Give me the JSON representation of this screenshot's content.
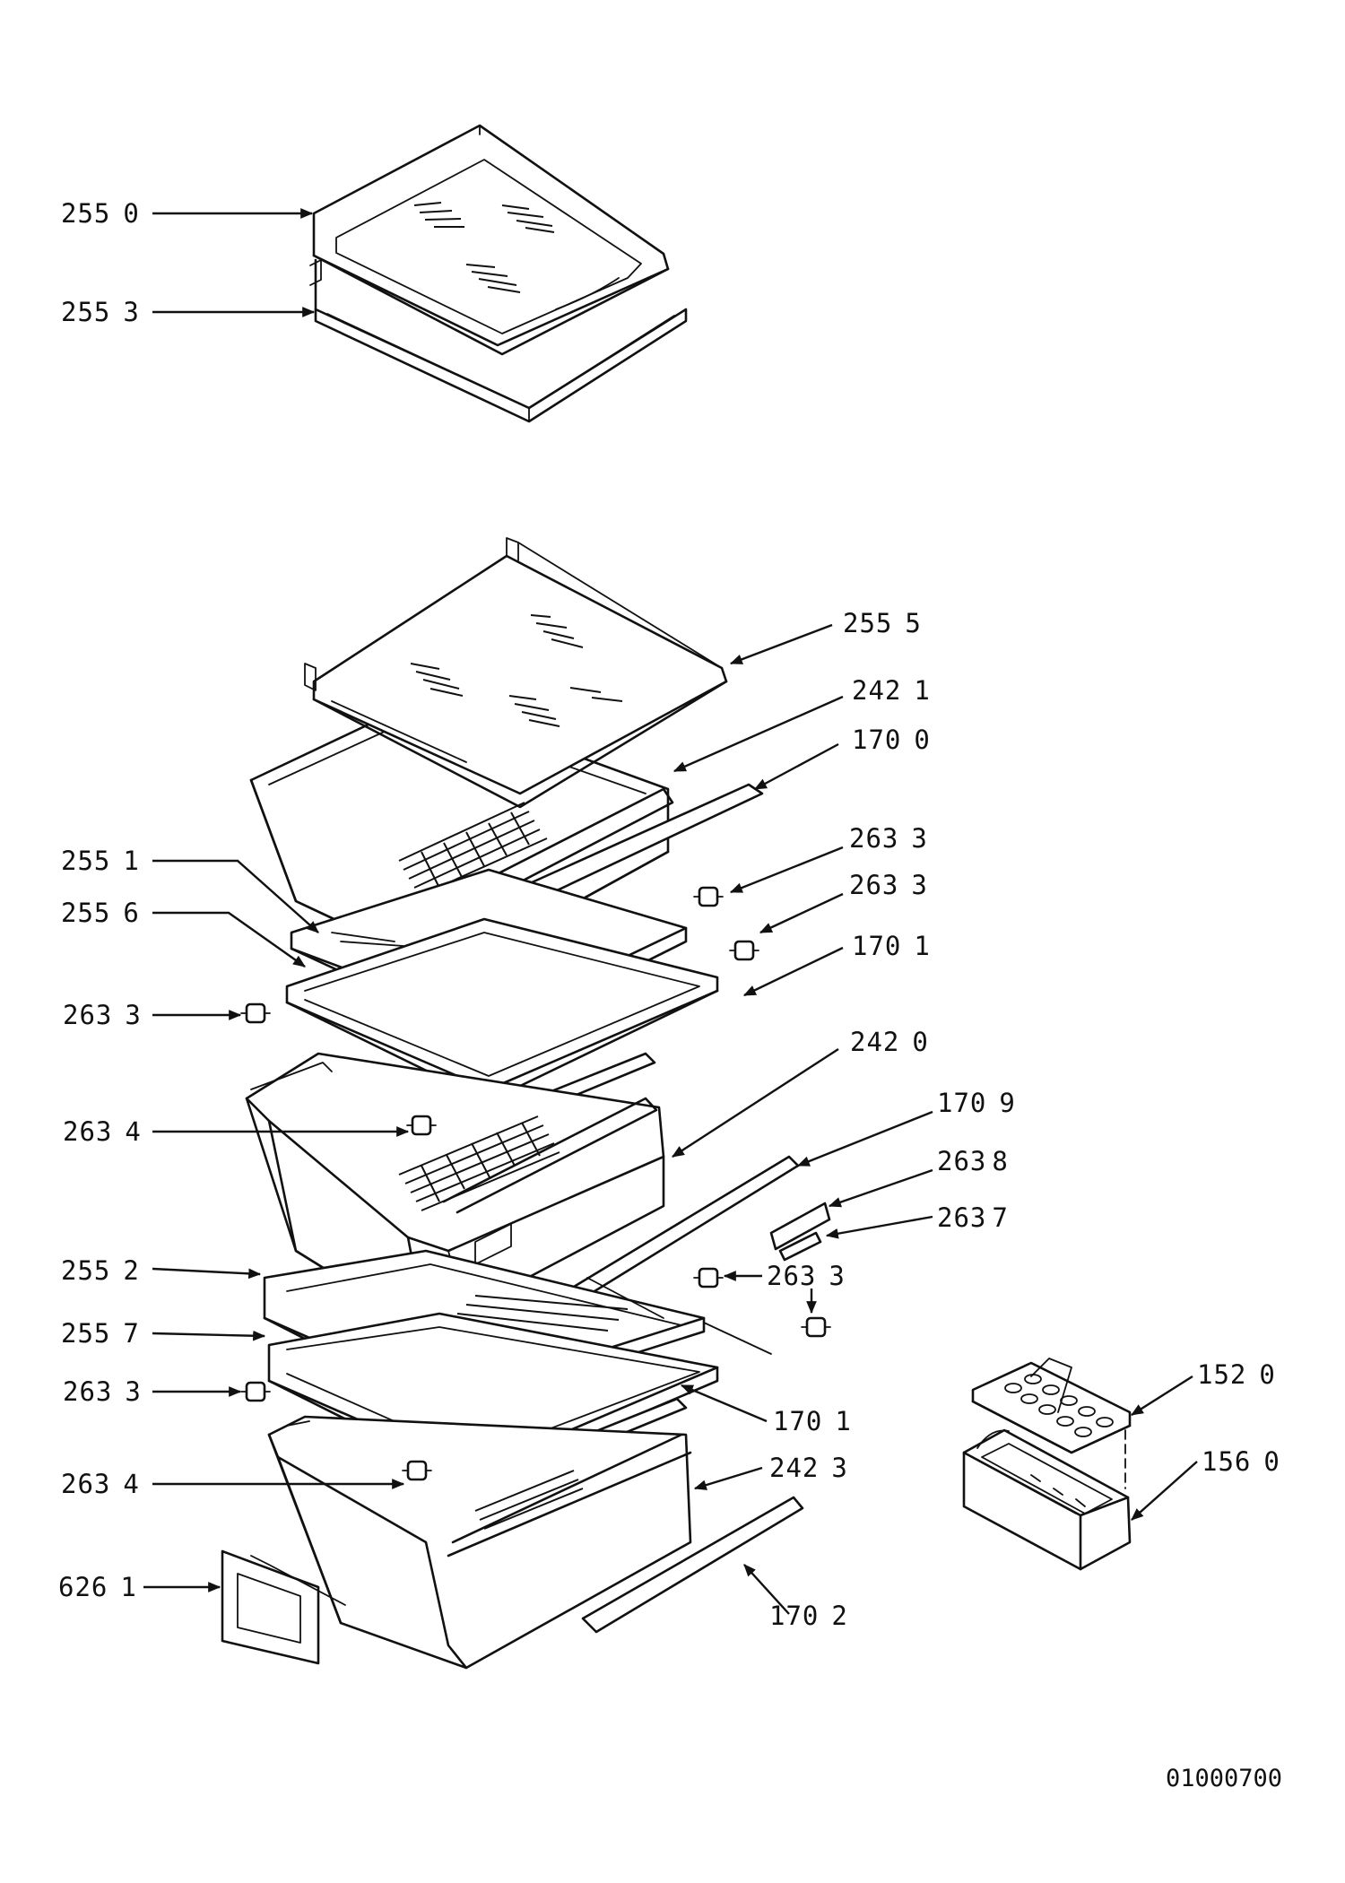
{
  "diagram_code": "01000700",
  "callouts": [
    {
      "id": "c1",
      "part": "255",
      "variant": "0"
    },
    {
      "id": "c2",
      "part": "255",
      "variant": "3"
    },
    {
      "id": "c3",
      "part": "255",
      "variant": "5"
    },
    {
      "id": "c4",
      "part": "242",
      "variant": "1"
    },
    {
      "id": "c5",
      "part": "170",
      "variant": "0"
    },
    {
      "id": "c6",
      "part": "263",
      "variant": "3"
    },
    {
      "id": "c7",
      "part": "263",
      "variant": "3"
    },
    {
      "id": "c8",
      "part": "255",
      "variant": "1"
    },
    {
      "id": "c9",
      "part": "255",
      "variant": "6"
    },
    {
      "id": "c10",
      "part": "170",
      "variant": "1"
    },
    {
      "id": "c11",
      "part": "263",
      "variant": "3"
    },
    {
      "id": "c12",
      "part": "242",
      "variant": "0"
    },
    {
      "id": "c13",
      "part": "263",
      "variant": "4"
    },
    {
      "id": "c14",
      "part": "170",
      "variant": "9"
    },
    {
      "id": "c15",
      "part": "263",
      "variant": "8"
    },
    {
      "id": "c16",
      "part": "263",
      "variant": "7"
    },
    {
      "id": "c17",
      "part": "255",
      "variant": "2"
    },
    {
      "id": "c18",
      "part": "263",
      "variant": "3"
    },
    {
      "id": "c19",
      "part": "255",
      "variant": "7"
    },
    {
      "id": "c20",
      "part": "152",
      "variant": "0"
    },
    {
      "id": "c21",
      "part": "263",
      "variant": "3"
    },
    {
      "id": "c22",
      "part": "170",
      "variant": "1"
    },
    {
      "id": "c23",
      "part": "156",
      "variant": "0"
    },
    {
      "id": "c24",
      "part": "263",
      "variant": "4"
    },
    {
      "id": "c25",
      "part": "242",
      "variant": "3"
    },
    {
      "id": "c26",
      "part": "626",
      "variant": "1"
    },
    {
      "id": "c27",
      "part": "170",
      "variant": "2"
    }
  ]
}
